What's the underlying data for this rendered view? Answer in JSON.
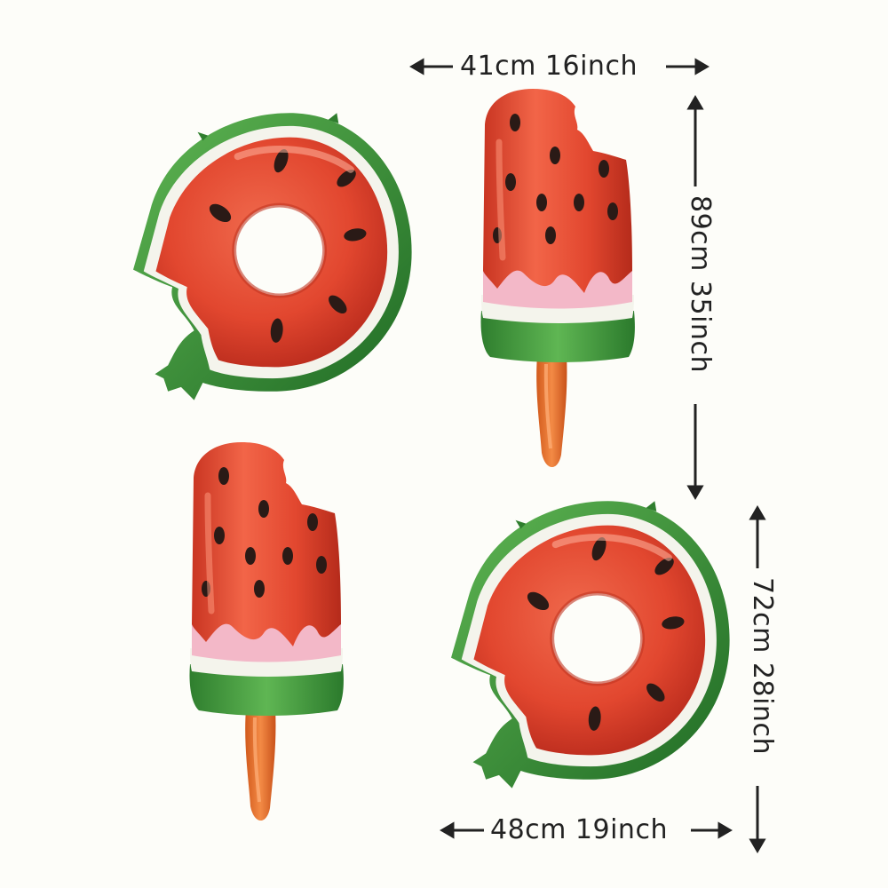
{
  "image": {
    "subject": "watermarks-free product photo of watermelon foil balloons",
    "background_color": "#fdfdf9"
  },
  "balloons": [
    {
      "name": "watermelon-ring-balloon-top-left",
      "shape": "bitten watermelon ring"
    },
    {
      "name": "watermelon-popsicle-balloon-top-right",
      "shape": "bitten watermelon popsicle"
    },
    {
      "name": "watermelon-popsicle-balloon-bottom-left",
      "shape": "bitten watermelon popsicle"
    },
    {
      "name": "watermelon-ring-balloon-bottom-right",
      "shape": "bitten watermelon ring"
    }
  ],
  "colors": {
    "flesh": "#e2472f",
    "flesh_dark": "#b82a1c",
    "rind_green": "#3e9a3c",
    "rind_dark": "#1f6a24",
    "rind_white": "#f4f4ec",
    "pink_layer": "#f3b8c8",
    "seed": "#2a1a16",
    "stick": "#e9762e"
  },
  "dimensions": {
    "popsicle_width": "41cm 16inch",
    "popsicle_height": "89cm 35inch",
    "ring_height": "72cm 28inch",
    "ring_width": "48cm 19inch"
  }
}
